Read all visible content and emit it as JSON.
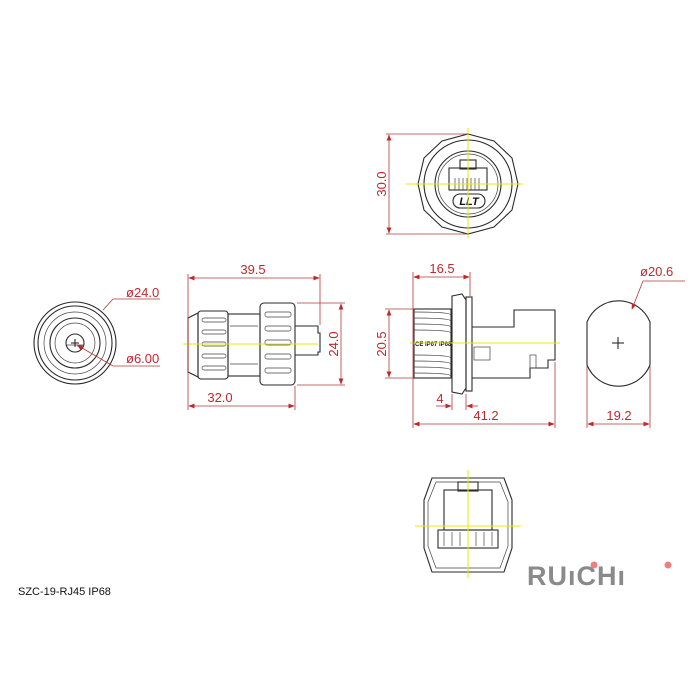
{
  "caption": "SZC-19-RJ45 IP68",
  "logo": "RUiCHi",
  "brand_mark": "LLT",
  "body_marking": "CE IP67 IP68",
  "colors": {
    "dimension": "#c0282d",
    "centerline": "#e8e800",
    "outline": "#2a2a2a",
    "logo": "#8a8a8a",
    "logo_dot": "#f08080"
  },
  "views": {
    "front_panel": {
      "height": "30.0"
    },
    "plug_end": {
      "outer_dia": "ø24.0",
      "inner_dia": "ø6.00"
    },
    "plug_side": {
      "length": "39.5",
      "body_length": "32.0",
      "height": "24.0"
    },
    "receptacle_side": {
      "flange_length": "16.5",
      "thread_height": "20.5",
      "flange_thickness": "4",
      "total_length": "41.2"
    },
    "receptacle_end": {
      "dia": "ø20.6",
      "width": "19.2"
    }
  }
}
